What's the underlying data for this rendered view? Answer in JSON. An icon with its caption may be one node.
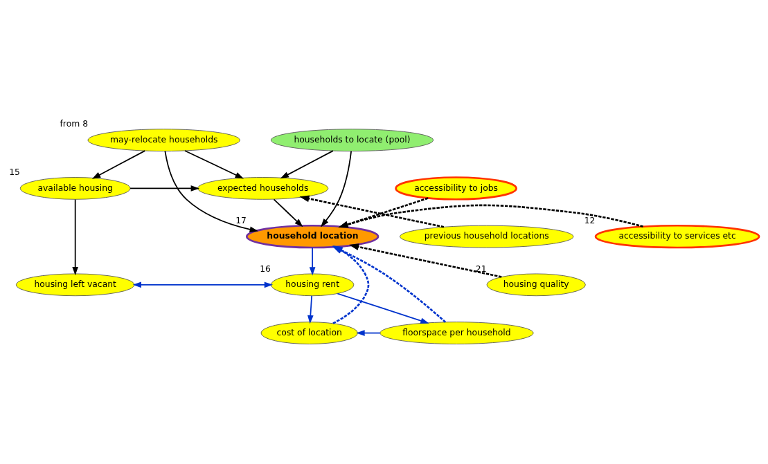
{
  "diagram": {
    "nodes": [
      {
        "text": [
          "may-relocate households"
        ],
        "beside": [
          "from 8"
        ]
      },
      {
        "text": [
          "households to locate (pool)"
        ]
      },
      {
        "text": [
          "available housing"
        ],
        "beside": [
          "15"
        ]
      },
      {
        "text": [
          "expected households"
        ]
      },
      {
        "text": [
          "previous household locations"
        ]
      },
      {
        "text": [
          "household location"
        ],
        "beside": [
          "17"
        ]
      },
      {
        "text": [
          "accessibility to jobs"
        ]
      },
      {
        "text": [
          "accessibility to services etc"
        ],
        "beside": [
          "12"
        ]
      },
      {
        "text": [
          "housing left vacant"
        ]
      },
      {
        "text": [
          "housing rent"
        ],
        "beside": [
          "16"
        ]
      },
      {
        "text": [
          "cost of location"
        ]
      },
      {
        "text": [
          "floorspace per household"
        ]
      },
      {
        "text": [
          "housing quality"
        ],
        "beside": [
          "21"
        ]
      }
    ],
    "edges": [
      {
        "from": 0,
        "to": 2,
        "arrow": "to"
      },
      {
        "from": 0,
        "to": 3,
        "arrow": "to"
      },
      {
        "from": 0,
        "to": 5,
        "arrow": "to"
      },
      {
        "from": 1,
        "to": 3,
        "arrow": "to"
      },
      {
        "from": 1,
        "to": 5,
        "arrow": "to"
      },
      {
        "from": 2,
        "to": 3,
        "arrow": "to"
      },
      {
        "from": 2,
        "to": 8,
        "arrow": "to"
      },
      {
        "from": 3,
        "to": 5,
        "arrow": "to"
      },
      {
        "from": 4,
        "to": 3,
        "arrow": "to",
        "style": "dashed"
      },
      {
        "from": 6,
        "to": 5,
        "arrow": "to",
        "style": "dashed"
      },
      {
        "from": 7,
        "to": 5,
        "arrow": "to",
        "style": "dashed"
      },
      {
        "from": 12,
        "to": 5,
        "arrow": "to",
        "style": "dashed"
      },
      {
        "from": 5,
        "to": 9,
        "arrow": "to",
        "color": "#0033cc"
      },
      {
        "from": 8,
        "to": 9,
        "arrow": "both",
        "color": "#0033cc"
      },
      {
        "from": 9,
        "to": 10,
        "arrow": "to",
        "color": "#0033cc"
      },
      {
        "from": 9,
        "to": 11,
        "arrow": "to",
        "color": "#0033cc"
      },
      {
        "from": 11,
        "to": 10,
        "arrow": "to",
        "color": "#0033cc"
      },
      {
        "from": 10,
        "to": 5,
        "arrow": "to",
        "style": "dashed",
        "color": "#0033cc"
      },
      {
        "from": 11,
        "to": 5,
        "arrow": "to",
        "style": "dashed",
        "color": "#0033cc"
      }
    ]
  }
}
